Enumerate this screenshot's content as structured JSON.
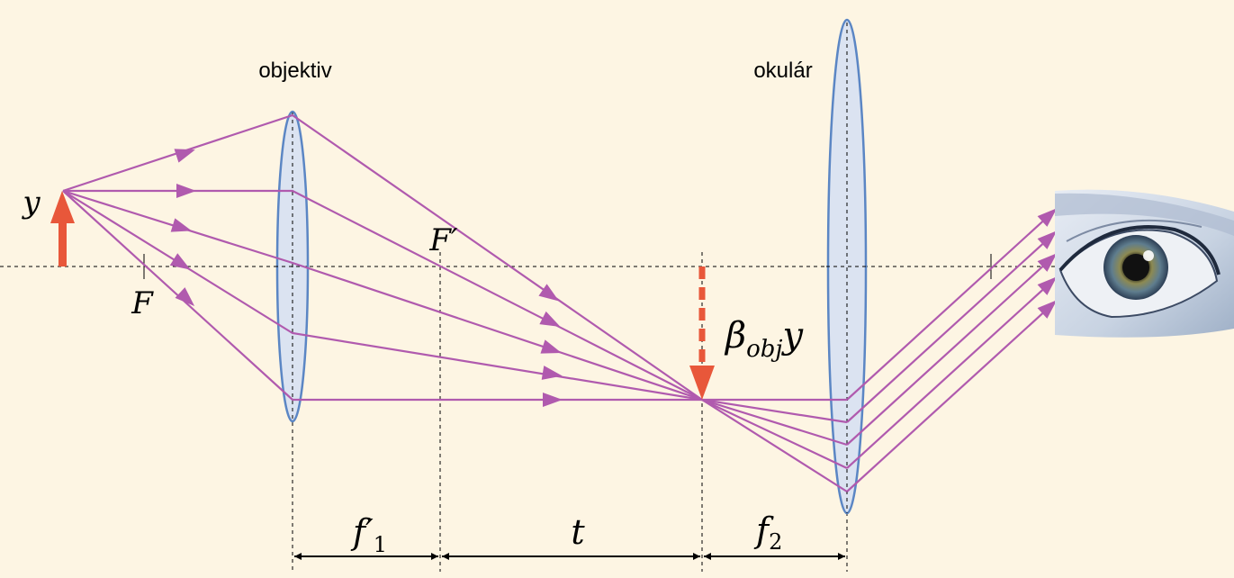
{
  "labels": {
    "objective": "objektiv",
    "eyepiece": "okulár",
    "object_height": "y",
    "focus_front": "F",
    "focus_back": "F′",
    "image_height_sym": "β",
    "image_height_sub": "obj",
    "image_height_y": "y",
    "dim_f1_main": "f′",
    "dim_f1_sub": "1",
    "dim_t": "t",
    "dim_f2_main": "f",
    "dim_f2_sub": "2"
  },
  "colors": {
    "background": "#fdf5e3",
    "ray": "#b05aae",
    "lens_fill": "#dbe3f1",
    "lens_stroke": "#5b86c4",
    "arrow_object": "#e8573a",
    "guide": "#000000"
  },
  "icons": {
    "eye": "eye-icon"
  }
}
